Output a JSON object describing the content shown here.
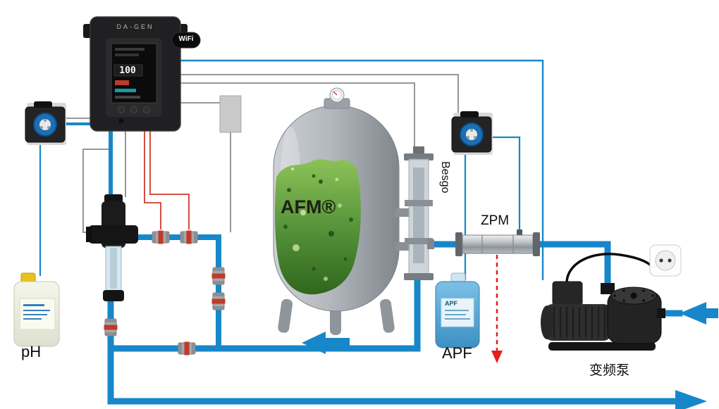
{
  "diagram": {
    "type": "swimming-pool-filtration-and-dosing-system",
    "labels": {
      "controller_brand": "DA-GEN",
      "controller_display": "100",
      "wifi": "WiFi",
      "ph_canister": "pH",
      "filter_media": "AFM®",
      "backwash_valve": "Besgo",
      "static_mixer": "ZPM",
      "apf_canister": "APF",
      "apf_sticker": "APF",
      "vfd_pump": "变频泵"
    },
    "colors": {
      "pipe_blue": "#1787c9",
      "waste_red": "#e02020",
      "wire_grey": "#8a8a8a",
      "tank_grey": "#a7acb2",
      "media_green": "#57943a",
      "apf_blue": "#55a8d6",
      "ph_cap_yellow": "#e8c320"
    }
  }
}
